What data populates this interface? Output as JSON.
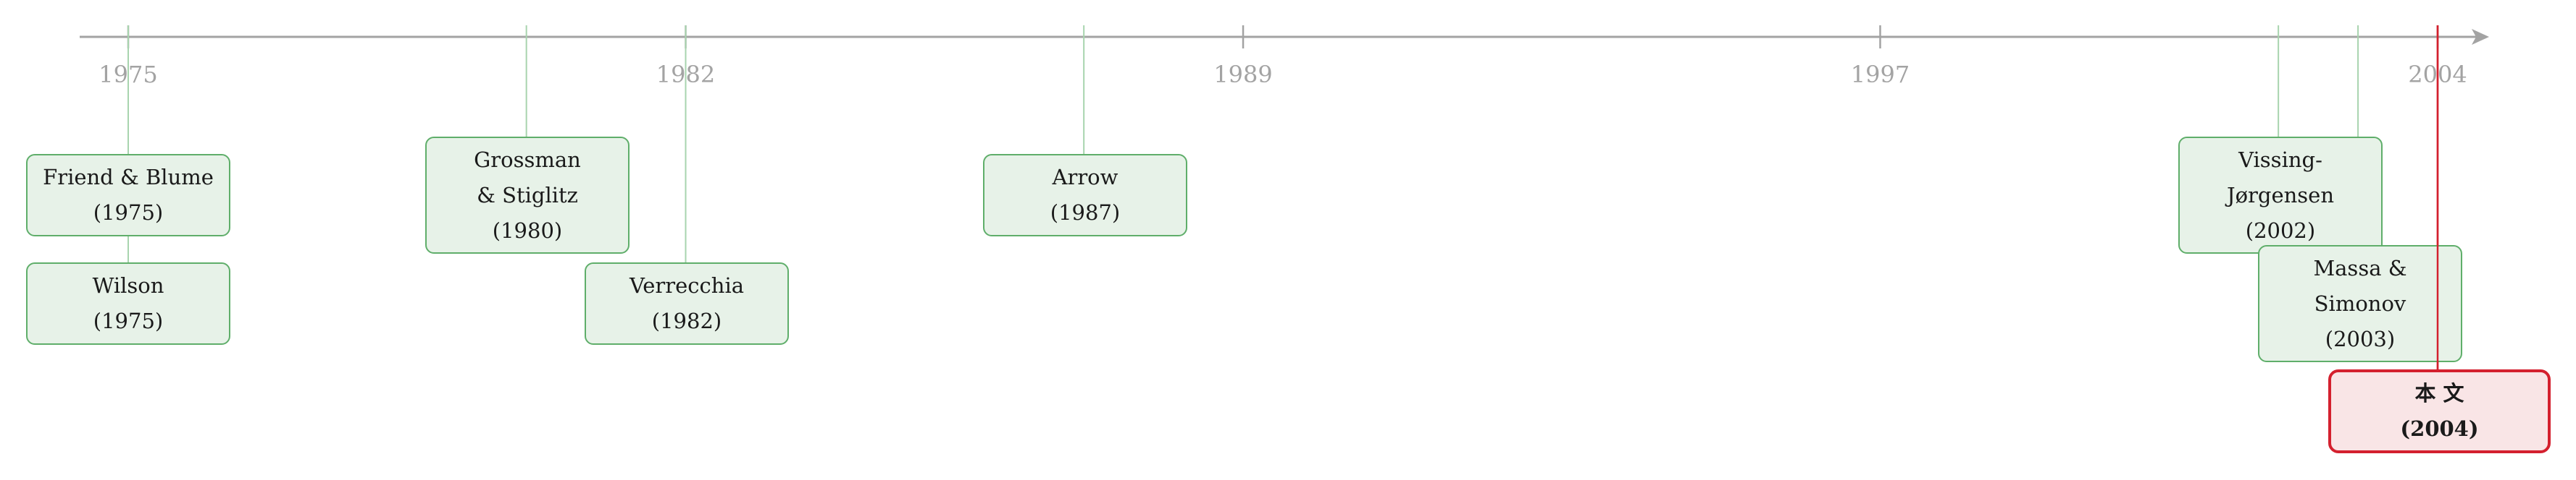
{
  "timeline": {
    "ticks": [
      {
        "year": 1975,
        "label": "1975"
      },
      {
        "year": 1982,
        "label": "1982"
      },
      {
        "year": 1989,
        "label": "1989"
      },
      {
        "year": 1997,
        "label": "1997"
      },
      {
        "year": 2004,
        "label": "2004"
      }
    ],
    "events": [
      {
        "id": "friend-blume",
        "year": 1975,
        "text": "Friend & Blume\n(1975)",
        "highlight": false
      },
      {
        "id": "wilson",
        "year": 1975,
        "text": "Wilson\n(1975)",
        "highlight": false
      },
      {
        "id": "grossman-stiglitz",
        "year": 1980,
        "text": "Grossman\n& Stiglitz\n(1980)",
        "highlight": false
      },
      {
        "id": "verrecchia",
        "year": 1982,
        "text": "Verrecchia\n(1982)",
        "highlight": false
      },
      {
        "id": "arrow",
        "year": 1987,
        "text": "Arrow\n(1987)",
        "highlight": false
      },
      {
        "id": "vissing-jorgensen",
        "year": 2002,
        "text": "Vissing-\nJørgensen\n(2002)",
        "highlight": false
      },
      {
        "id": "massa-simonov",
        "year": 2003,
        "text": "Massa &\nSimonov\n(2003)",
        "highlight": false
      },
      {
        "id": "this-paper",
        "year": 2004,
        "text": "本 文\n(2004)",
        "highlight": true
      }
    ]
  },
  "colors": {
    "axis": "#a3a3a3",
    "connector": "#a8d4ae",
    "box_fill": "#e7f2e8",
    "box_border": "#5fae6a",
    "highlight_fill": "#f9e5e6",
    "highlight_border": "#d4202e"
  }
}
